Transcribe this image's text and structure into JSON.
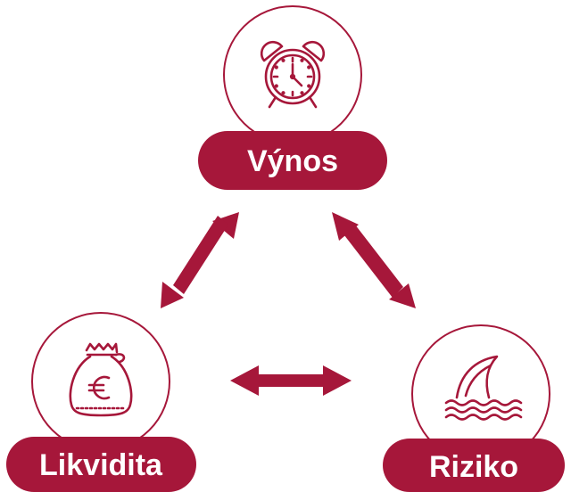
{
  "nodes": {
    "top": {
      "label": "Výnos",
      "icon": "alarm-clock-icon"
    },
    "left": {
      "label": "Likvidita",
      "icon": "euro-money-bag-icon"
    },
    "right": {
      "label": "Riziko",
      "icon": "shark-fin-icon"
    }
  },
  "colors": {
    "accent": "#A6173A",
    "background": "#FFFFFF"
  }
}
